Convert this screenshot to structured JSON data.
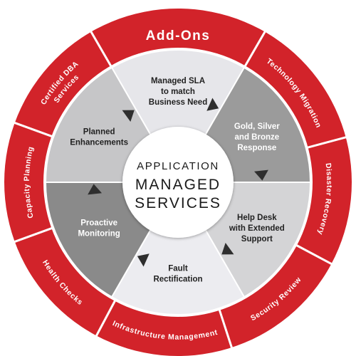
{
  "diagram": {
    "addons_title": "Add-Ons",
    "center": {
      "line1": "APPLICATION",
      "line2": "MANAGED",
      "line3": "SERVICES"
    },
    "outer_ring": [
      {
        "label": "Technology Migration"
      },
      {
        "label": "Disaster Recovery"
      },
      {
        "label": "Security Review"
      },
      {
        "label": "Infrastructure Management"
      },
      {
        "label": "Health Checks"
      },
      {
        "label": "Capacity Planning"
      },
      {
        "label": "Certified DBA Services"
      }
    ],
    "segments": [
      {
        "lines": [
          "Managed SLA",
          "to match",
          "Business Need"
        ],
        "fill": "#e6e6ea",
        "text_color": "#222222"
      },
      {
        "lines": [
          "Gold, Silver",
          "and Bronze",
          "Response"
        ],
        "fill": "#9b9b9b",
        "text_color": "#ffffff"
      },
      {
        "lines": [
          "Help Desk",
          "with Extended",
          "Support"
        ],
        "fill": "#d4d4d6",
        "text_color": "#222222"
      },
      {
        "lines": [
          "Fault",
          "Rectification"
        ],
        "fill": "#ececf0",
        "text_color": "#222222"
      },
      {
        "lines": [
          "Proactive",
          "Monitoring"
        ],
        "fill": "#8a8a8a",
        "text_color": "#ffffff"
      },
      {
        "lines": [
          "Planned",
          "Enhancements"
        ],
        "fill": "#c6c6c8",
        "text_color": "#222222"
      }
    ],
    "colors": {
      "ring_red": "#d2232a",
      "ring_border": "#ffffff",
      "arrow": "#2e2e2e",
      "center_fill": "#ffffff"
    }
  }
}
